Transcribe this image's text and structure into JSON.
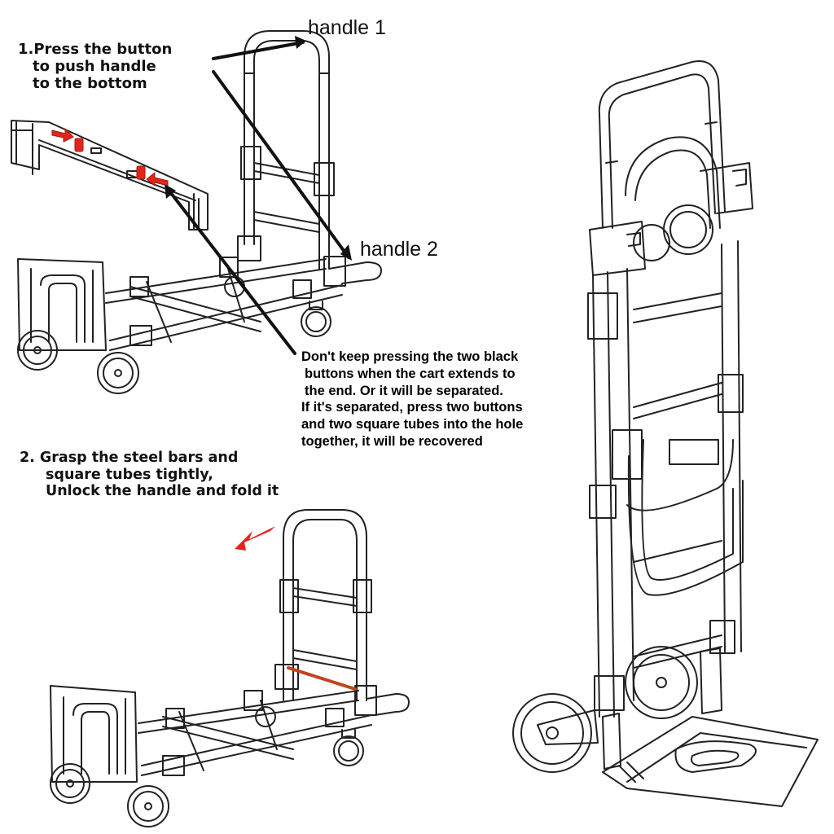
{
  "labels": {
    "handle1": "handle 1",
    "handle2": "handle 2"
  },
  "step1": {
    "lines": [
      "1.Press the button",
      "to push handle",
      "to the bottom"
    ]
  },
  "note": {
    "lines": [
      "Don't keep pressing the two black",
      "buttons when the cart extends to",
      "the end. Or it will be separated.",
      "If it's separated, press two buttons",
      "and two square tubes into the hole",
      "together, it will be recovered"
    ]
  },
  "step2": {
    "lines": [
      "2. Grasp the steel bars and",
      "square tubes tightly,",
      "Unlock the handle and fold it"
    ]
  },
  "colors": {
    "line": "#222222",
    "accent_red": "#e0261b",
    "rod_orange": "#c0441c",
    "background": "#ffffff"
  }
}
